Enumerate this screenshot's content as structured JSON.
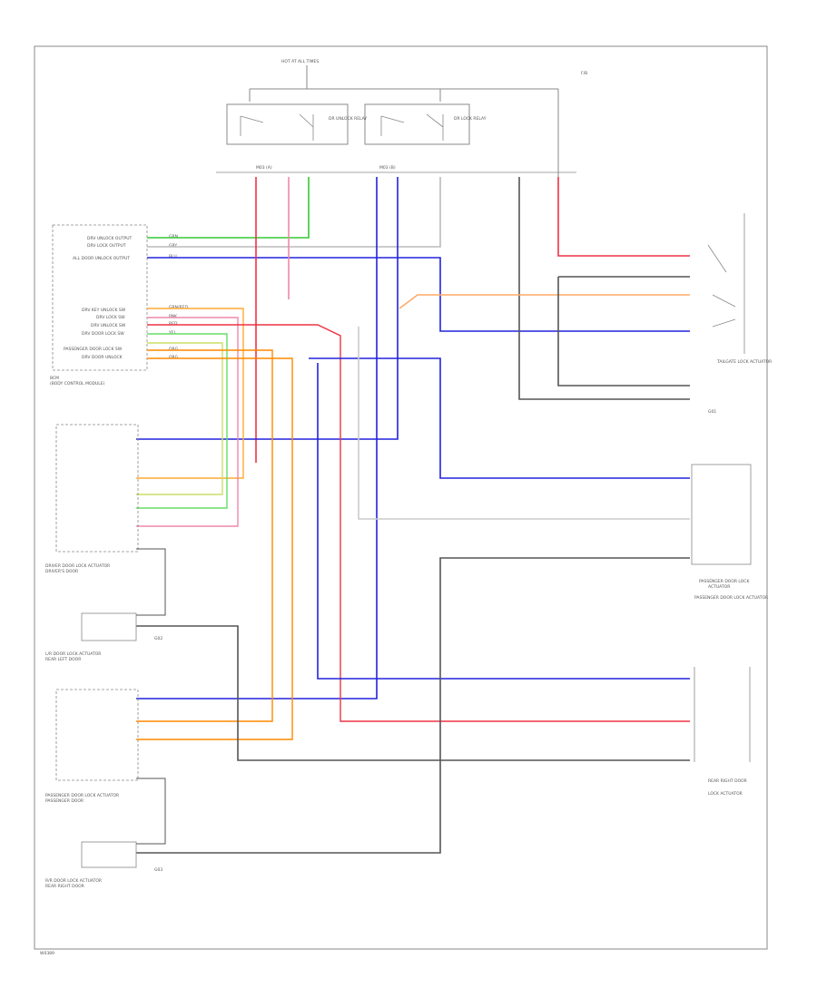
{
  "diagram": {
    "title": "HOT AT ALL TIMES",
    "footer_code": "W0389",
    "fuse_label": "F/B",
    "colors": {
      "green": "#33cc33",
      "gray": "#bbbbbb",
      "blue": "#2222dd",
      "red": "#ee3344",
      "pink": "#ee88aa",
      "orange": "#ff8800",
      "black": "#333333",
      "frame": "#888888"
    },
    "relays": [
      {
        "label": "DR UNLOCK RELAY"
      },
      {
        "label": "DR LOCK RELAY"
      }
    ],
    "connector_labels": [
      "M03 (A)",
      "M03 (B)"
    ],
    "module": {
      "label": "BCM",
      "sublabel": "(BODY CONTROL MODULE)",
      "pins": [
        {
          "label": "DRV UNLOCK OUTPUT",
          "wire": "GRN"
        },
        {
          "label": "DRV LOCK OUTPUT",
          "wire": "GRY"
        },
        {
          "label": "ALL DOOR UNLOCK OUTPUT",
          "wire": "BLU"
        },
        {
          "label": "DRV KEY UNLOCK SW",
          "wire": "GRN/RED"
        },
        {
          "label": "DRV LOCK SW",
          "wire": "PNK"
        },
        {
          "label": "DRV UNLOCK SW",
          "wire": "RED"
        },
        {
          "label": "DRV DOOR LOCK SW",
          "wire": "YEL"
        },
        {
          "label": "PASSENGER DOOR LOCK SW",
          "wire": "ORG"
        },
        {
          "label": "DRV DOOR UNLOCK",
          "wire": "ORG"
        }
      ]
    },
    "components": [
      {
        "label": "TAILGATE LOCK ACTUATOR"
      },
      {
        "label": "DRIVER DOOR LOCK ACTUATOR",
        "sub": "DRIVER'S DOOR"
      },
      {
        "label": "L/R DOOR LOCK ACTUATOR",
        "sub": "REAR LEFT DOOR"
      },
      {
        "label": "PASSENGER DOOR LOCK ACTUATOR",
        "sub": "PASSENGER DOOR"
      },
      {
        "label": "R/R DOOR LOCK ACTUATOR",
        "sub": "REAR RIGHT DOOR"
      },
      {
        "label": "PASSENGER DOOR LOCK",
        "sub": "ACTUATOR"
      },
      {
        "label": "REAR RIGHT DOOR",
        "sub": "LOCK ACTUATOR"
      }
    ],
    "grounds": [
      "G01",
      "G02",
      "G03"
    ]
  }
}
